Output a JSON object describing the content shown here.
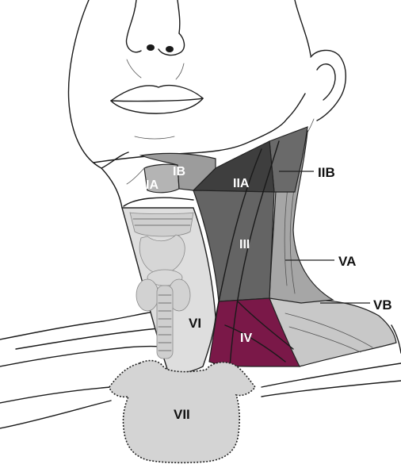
{
  "labels": {
    "ia": "IA",
    "ib": "IB",
    "iia": "IIA",
    "iib": "IIB",
    "iii": "III",
    "iv": "IV",
    "va": "VA",
    "vb": "VB",
    "vi": "VI",
    "vii": "VII"
  },
  "colors": {
    "level_ia": "#b4b4b4",
    "level_ib": "#9c9c9c",
    "level_iia": "#3e3e3e",
    "level_iib": "#6a6a6a",
    "level_iii": "#646464",
    "level_iv": "#7a1848",
    "level_va": "#a6a6a6",
    "level_vb": "#c8c8c8",
    "level_vi": "#dedede",
    "level_vii": "#d4d4d4"
  }
}
